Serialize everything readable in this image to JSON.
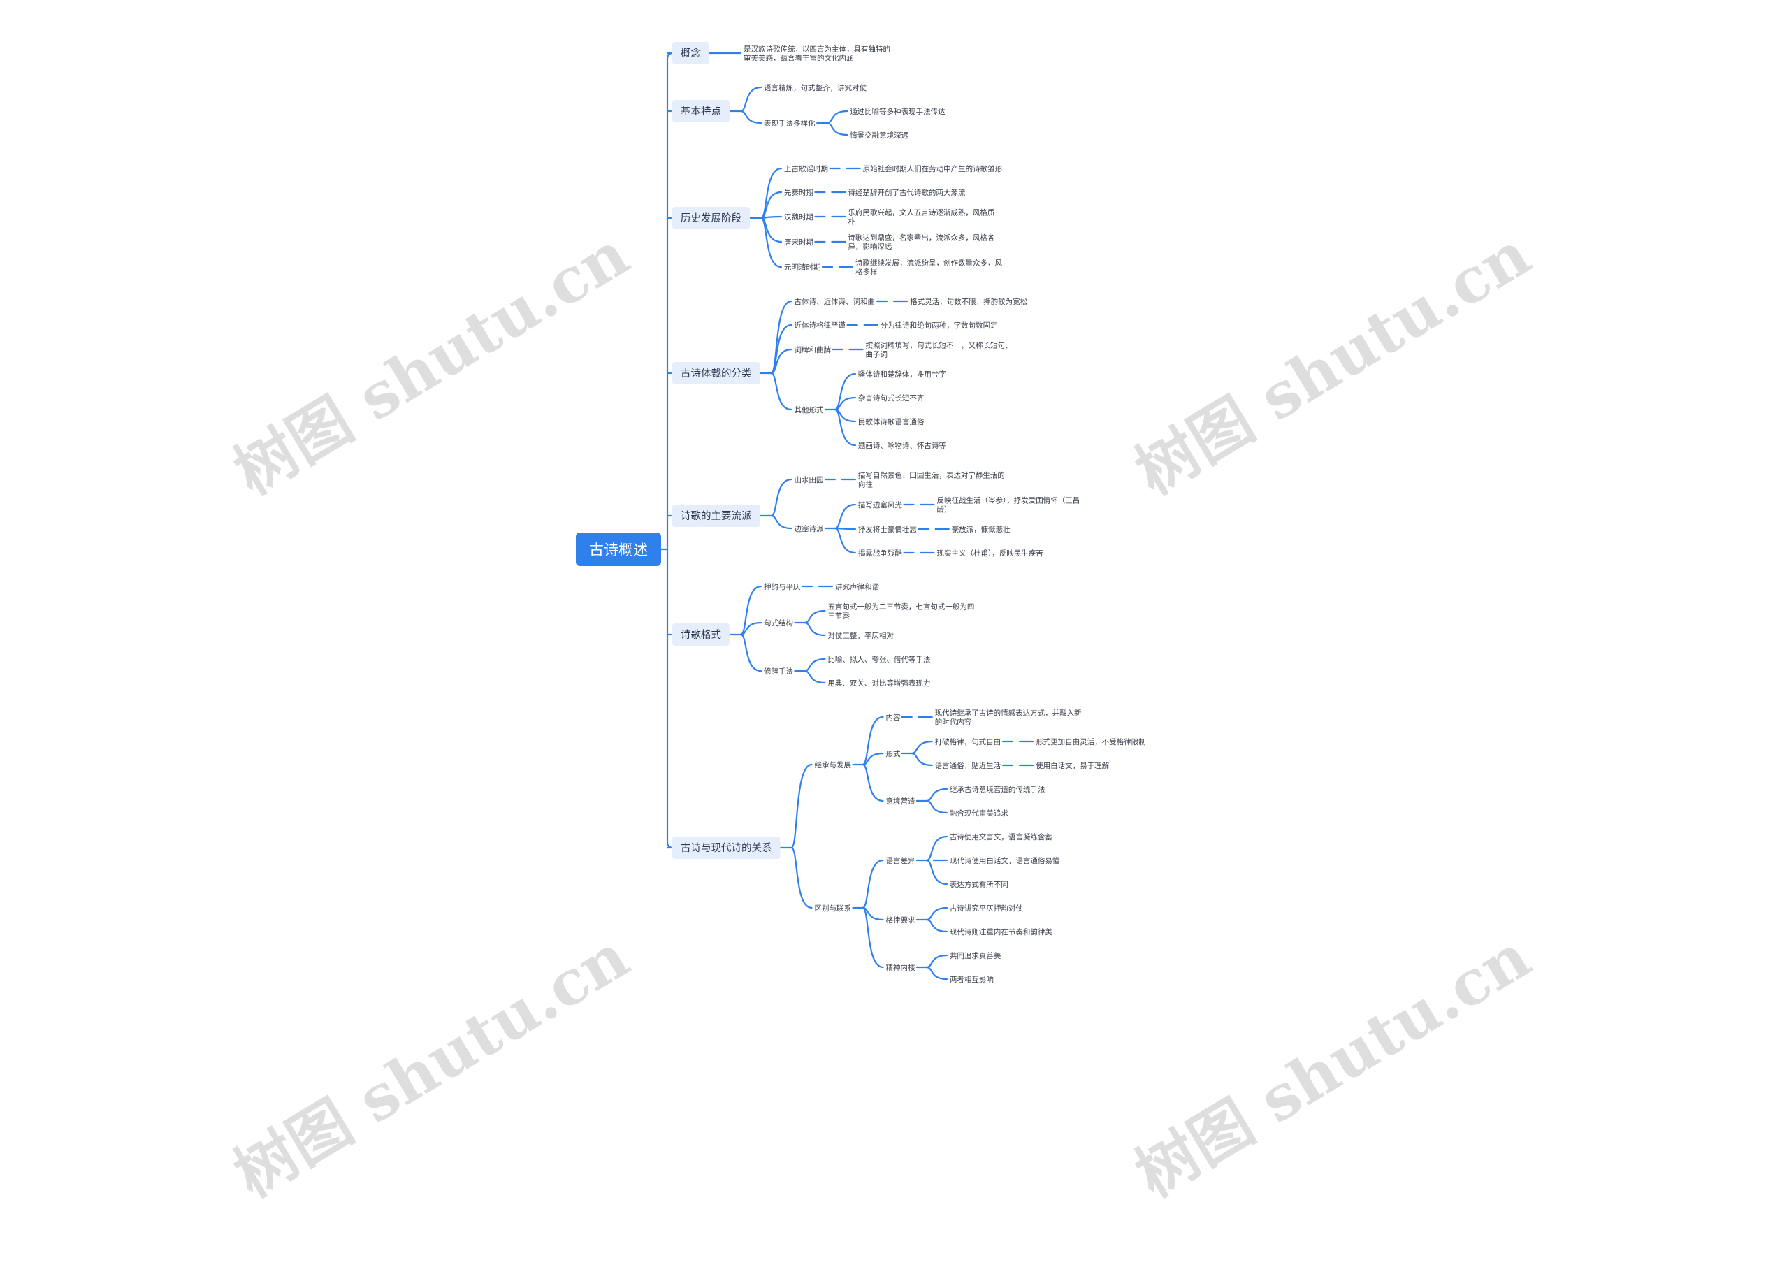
{
  "root": {
    "text": "古诗概述"
  },
  "watermark": "树图 shutu.cn",
  "branches": [
    {
      "label": "概念",
      "children": [
        {
          "label": "是汉族诗歌传统，以四言为主体，具有独特的审美美感，蕴含着丰富的文化内涵"
        }
      ]
    },
    {
      "label": "基本特点",
      "children": [
        {
          "label": "语言精炼，句式整齐，讲究对仗"
        },
        {
          "label": "表现手法多样化",
          "children": [
            {
              "label": "通过比喻等多种表现手法传达"
            },
            {
              "label": "情景交融意境深远"
            }
          ]
        }
      ]
    },
    {
      "label": "历史发展阶段",
      "children": [
        {
          "label": "上古歌谣时期",
          "children": [
            {
              "label": "原始社会时期人们在劳动中产生的诗歌雏形"
            }
          ]
        },
        {
          "label": "先秦时期",
          "children": [
            {
              "label": "诗经楚辞开创了古代诗歌的两大源流"
            }
          ]
        },
        {
          "label": "汉魏时期",
          "children": [
            {
              "label": "乐府民歌兴起，文人五言诗逐渐成熟，风格质朴"
            }
          ]
        },
        {
          "label": "唐宋时期",
          "children": [
            {
              "label": "诗歌达到鼎盛，名家辈出，流派众多，风格各异，影响深远"
            }
          ]
        },
        {
          "label": "元明清时期",
          "children": [
            {
              "label": "诗歌继续发展，流派纷呈，创作数量众多，风格多样"
            }
          ]
        }
      ]
    },
    {
      "label": "古诗体裁的分类",
      "children": [
        {
          "label": "古体诗、近体诗、词和曲",
          "children": [
            {
              "label": "格式灵活，句数不限，押韵较为宽松"
            }
          ]
        },
        {
          "label": "近体诗格律严谨",
          "children": [
            {
              "label": "分为律诗和绝句两种，字数句数固定"
            }
          ]
        },
        {
          "label": "词牌和曲牌",
          "children": [
            {
              "label": "按照词牌填写，句式长短不一，又称长短句、曲子词"
            }
          ]
        },
        {
          "label": "其他形式",
          "children": [
            {
              "label": "骚体诗和楚辞体，多用兮字"
            },
            {
              "label": "杂言诗句式长短不齐"
            },
            {
              "label": "民歌体诗歌语言通俗"
            },
            {
              "label": "题画诗、咏物诗、怀古诗等"
            }
          ]
        }
      ]
    },
    {
      "label": "诗歌的主要流派",
      "children": [
        {
          "label": "山水田园",
          "children": [
            {
              "label": "描写自然景色、田园生活，表达对宁静生活的向往"
            }
          ]
        },
        {
          "label": "边塞诗派",
          "children": [
            {
              "label": "描写边塞风光",
              "children": [
                {
                  "label": "反映征战生活（岑参），抒发爱国情怀（王昌龄）"
                }
              ]
            },
            {
              "label": "抒发将士豪情壮志",
              "children": [
                {
                  "label": "豪放派，慷慨悲壮"
                }
              ]
            },
            {
              "label": "揭露战争残酷",
              "children": [
                {
                  "label": "现实主义（杜甫），反映民生疾苦"
                }
              ]
            }
          ]
        }
      ]
    },
    {
      "label": "诗歌格式",
      "children": [
        {
          "label": "押韵与平仄",
          "children": [
            {
              "label": "讲究声律和谐"
            }
          ]
        },
        {
          "label": "句式结构",
          "children": [
            {
              "label": "五言句式一般为二三节奏，七言句式一般为四三节奏"
            },
            {
              "label": "对仗工整，平仄相对"
            }
          ]
        },
        {
          "label": "修辞手法",
          "children": [
            {
              "label": "比喻、拟人、夸张、借代等手法"
            },
            {
              "label": "用典、双关、对比等增强表现力"
            }
          ]
        }
      ]
    },
    {
      "label": "古诗与现代诗的关系",
      "children": [
        {
          "label": "继承与发展",
          "children": [
            {
              "label": "内容",
              "children": [
                {
                  "label": "现代诗继承了古诗的情感表达方式，并融入新的时代内容"
                }
              ]
            },
            {
              "label": "形式",
              "children": [
                {
                  "label": "打破格律，句式自由",
                  "children": [
                    {
                      "label": "形式更加自由灵活，不受格律限制"
                    }
                  ]
                },
                {
                  "label": "语言通俗，贴近生活",
                  "children": [
                    {
                      "label": "使用白话文，易于理解"
                    }
                  ]
                }
              ]
            },
            {
              "label": "意境营造",
              "children": [
                {
                  "label": "继承古诗意境营造的传统手法"
                },
                {
                  "label": "融合现代审美追求"
                }
              ]
            }
          ]
        },
        {
          "label": "区别与联系",
          "children": [
            {
              "label": "语言差异",
              "children": [
                {
                  "label": "古诗使用文言文，语言凝练含蓄"
                },
                {
                  "label": "现代诗使用白话文，语言通俗易懂"
                },
                {
                  "label": "表达方式有所不同"
                }
              ]
            },
            {
              "label": "格律要求",
              "children": [
                {
                  "label": "古诗讲究平仄押韵对仗"
                },
                {
                  "label": "现代诗则注重内在节奏和韵律美"
                }
              ]
            },
            {
              "label": "精神内核",
              "children": [
                {
                  "label": "共同追求真善美"
                },
                {
                  "label": "两者相互影响"
                }
              ]
            }
          ]
        }
      ]
    }
  ]
}
